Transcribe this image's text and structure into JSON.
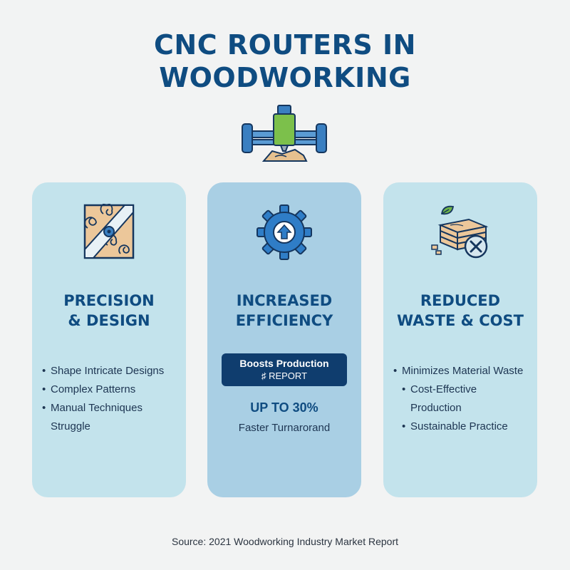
{
  "title": {
    "line1": "CNC ROUTERS IN",
    "line2": "WOODWORKING"
  },
  "hero_icon": "cnc-router-icon",
  "cards": [
    {
      "icon": "carved-wood-panel-icon",
      "title_line1": "PRECISION",
      "title_line2": "& DESIGN",
      "bullets": [
        "Shape Intricate Designs",
        "Complex Patterns",
        "Manual Techniques",
        "Struggle"
      ]
    },
    {
      "icon": "gear-up-arrow-icon",
      "title_line1": "INCREASED",
      "title_line2": "EFFICIENCY",
      "badge_line1": "Boosts Production",
      "badge_line2": "♯ REPORT",
      "stat": "UP TO 30%",
      "stat_caption": "Faster Turnarorand"
    },
    {
      "icon": "wood-stack-leaf-x-icon",
      "title_line1": "REDUCED",
      "title_line2": "WASTE & COST",
      "bullets": [
        "Minimizes Material Waste",
        "Cost-Effective",
        "Production",
        "Sustainable Practice"
      ]
    }
  ],
  "source": "Source: 2021 Woodworking Industry Market Report",
  "colors": {
    "title": "#0f4c81",
    "card_light": "#c3e3ec",
    "card_mid": "#a9cfe4",
    "badge": "#0f3d6e",
    "background": "#f2f3f3"
  }
}
